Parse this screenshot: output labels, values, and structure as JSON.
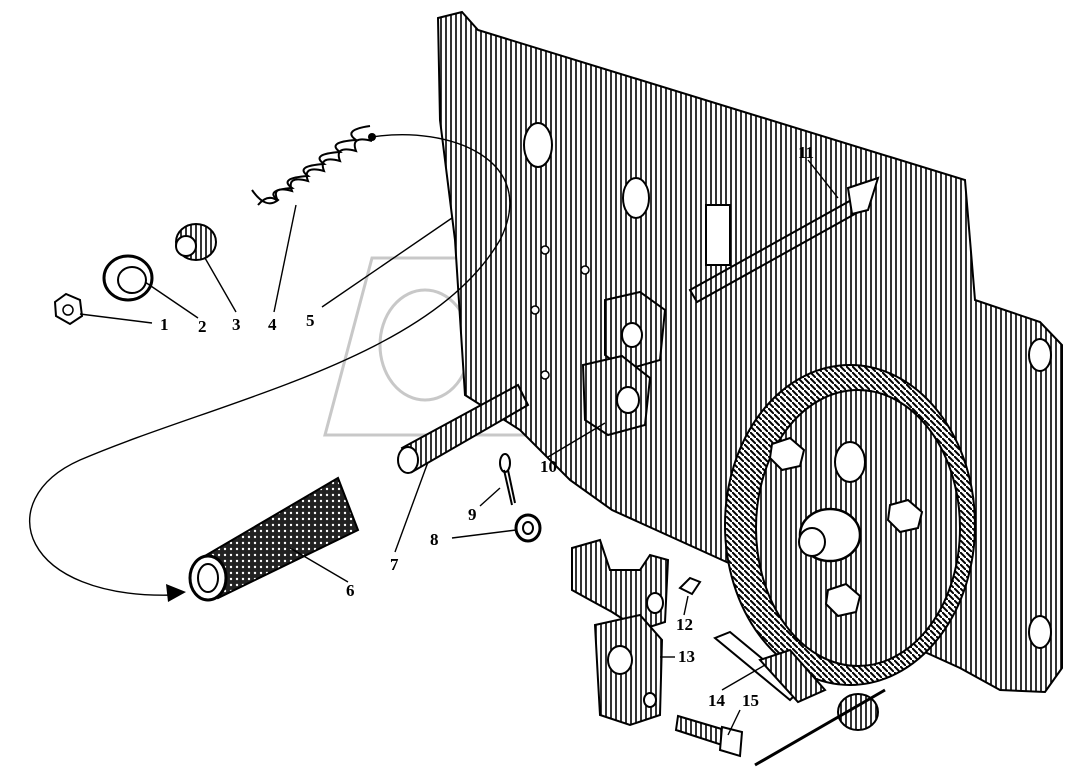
{
  "callouts": {
    "c1": "1",
    "c2": "2",
    "c3": "3",
    "c4": "4",
    "c5": "5",
    "c6": "6",
    "c7": "7",
    "c8": "8",
    "c9": "9",
    "c10": "10",
    "c11": "11",
    "c12": "12",
    "c13": "13",
    "c14": "14",
    "c15": "15"
  },
  "colors": {
    "ink": "#000000",
    "paper": "#ffffff",
    "watermark": "#9a9a9a"
  }
}
